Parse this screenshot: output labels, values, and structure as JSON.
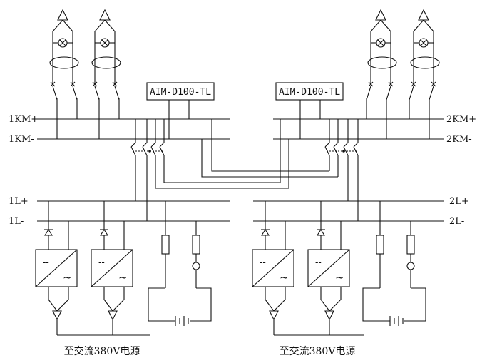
{
  "diagram": {
    "buses": {
      "km_plus_left": "1KM+",
      "km_minus_left": "1KM-",
      "km_plus_right": "2KM+",
      "km_minus_right": "2KM-",
      "l_plus_left": "1L+",
      "l_minus_left": "1L-",
      "l_plus_right": "2L+",
      "l_minus_right": "2L-"
    },
    "devices": {
      "left": "AIM-D100-TL",
      "right": "AIM-D100-TL"
    },
    "captions": {
      "left": "至交流380V电源",
      "right": "至交流380V电源"
    },
    "rectifier_symbols": {
      "dc": "--",
      "ac": "~"
    }
  }
}
